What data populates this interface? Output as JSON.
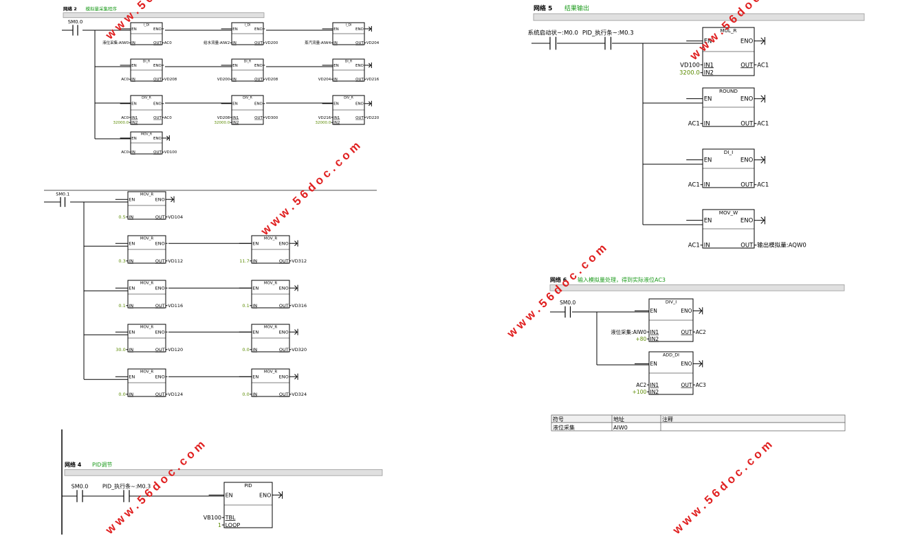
{
  "networks": {
    "n2": {
      "label": "网络 2",
      "comment": "模拟量采集程序",
      "contact": "SM0.0"
    },
    "n3": {
      "contact": "SM0.1"
    },
    "n4": {
      "label": "网络 4",
      "comment": "PID调节",
      "contact1": "SM0.0",
      "contact2": "PID_执行条~:M0.3"
    },
    "n5": {
      "label": "网络 5",
      "comment": "结果输出",
      "contact1": "系统启动状~:M0.0",
      "contact2": "PID_执行条~:M0.3"
    },
    "n6": {
      "label": "网络 6",
      "comment": "输入模拟量处理，得到实际液位AC3",
      "contact": "SM0.0"
    }
  },
  "blocks": [
    {
      "id": "n2r1a",
      "title": "I_DI",
      "ins": [
        {
          "pin": "IN",
          "val": "液位采集:AIW0"
        }
      ],
      "outs": [
        {
          "pin": "OUT",
          "val": "AC0"
        }
      ]
    },
    {
      "id": "n2r1b",
      "title": "I_DI",
      "ins": [
        {
          "pin": "IN",
          "val": "给水流量:AIW2"
        }
      ],
      "outs": [
        {
          "pin": "OUT",
          "val": "VD200"
        }
      ]
    },
    {
      "id": "n2r1c",
      "title": "I_DI",
      "ins": [
        {
          "pin": "IN",
          "val": "蒸汽流量:AIW4"
        }
      ],
      "outs": [
        {
          "pin": "OUT",
          "val": "VD204"
        }
      ]
    },
    {
      "id": "n2r2a",
      "title": "DI_R",
      "ins": [
        {
          "pin": "IN",
          "val": "AC0"
        }
      ],
      "outs": [
        {
          "pin": "OUT",
          "val": "VD208"
        }
      ]
    },
    {
      "id": "n2r2b",
      "title": "DI_R",
      "ins": [
        {
          "pin": "IN",
          "val": "VD200"
        }
      ],
      "outs": [
        {
          "pin": "OUT",
          "val": "VD208"
        }
      ]
    },
    {
      "id": "n2r2c",
      "title": "DI_R",
      "ins": [
        {
          "pin": "IN",
          "val": "VD204"
        }
      ],
      "outs": [
        {
          "pin": "OUT",
          "val": "VD216"
        }
      ]
    },
    {
      "id": "n2r3a",
      "title": "DIV_R",
      "ins": [
        {
          "pin": "IN1",
          "val": "AC0"
        },
        {
          "pin": "IN2",
          "val": "32000.0"
        }
      ],
      "outs": [
        {
          "pin": "OUT",
          "val": "AC0"
        }
      ]
    },
    {
      "id": "n2r3b",
      "title": "DIV_R",
      "ins": [
        {
          "pin": "IN1",
          "val": "VD208"
        },
        {
          "pin": "IN2",
          "val": "32000.0"
        }
      ],
      "outs": [
        {
          "pin": "OUT",
          "val": "VD300"
        }
      ]
    },
    {
      "id": "n2r3c",
      "title": "DIV_R",
      "ins": [
        {
          "pin": "IN1",
          "val": "VD216"
        },
        {
          "pin": "IN2",
          "val": "32000.0"
        }
      ],
      "outs": [
        {
          "pin": "OUT",
          "val": "VD220"
        }
      ]
    },
    {
      "id": "n2r4a",
      "title": "MOV_R",
      "ins": [
        {
          "pin": "IN",
          "val": "AC0"
        }
      ],
      "outs": [
        {
          "pin": "OUT",
          "val": "VD100"
        }
      ]
    },
    {
      "id": "n3r1a",
      "title": "MOV_R",
      "ins": [
        {
          "pin": "IN",
          "val": "0.5"
        }
      ],
      "outs": [
        {
          "pin": "OUT",
          "val": "VD104"
        }
      ]
    },
    {
      "id": "n3r2a",
      "title": "MOV_R",
      "ins": [
        {
          "pin": "IN",
          "val": "0.3"
        }
      ],
      "outs": [
        {
          "pin": "OUT",
          "val": "VD112"
        }
      ]
    },
    {
      "id": "n3r2b",
      "title": "MOV_R",
      "ins": [
        {
          "pin": "IN",
          "val": "11.7"
        }
      ],
      "outs": [
        {
          "pin": "OUT",
          "val": "VD312"
        }
      ]
    },
    {
      "id": "n3r3a",
      "title": "MOV_R",
      "ins": [
        {
          "pin": "IN",
          "val": "0.1"
        }
      ],
      "outs": [
        {
          "pin": "OUT",
          "val": "VD116"
        }
      ]
    },
    {
      "id": "n3r3b",
      "title": "MOV_R",
      "ins": [
        {
          "pin": "IN",
          "val": "0.1"
        }
      ],
      "outs": [
        {
          "pin": "OUT",
          "val": "VD316"
        }
      ]
    },
    {
      "id": "n3r4a",
      "title": "MOV_R",
      "ins": [
        {
          "pin": "IN",
          "val": "30.0"
        }
      ],
      "outs": [
        {
          "pin": "OUT",
          "val": "VD120"
        }
      ]
    },
    {
      "id": "n3r4b",
      "title": "MOV_R",
      "ins": [
        {
          "pin": "IN",
          "val": "0.0"
        }
      ],
      "outs": [
        {
          "pin": "OUT",
          "val": "VD320"
        }
      ]
    },
    {
      "id": "n3r5a",
      "title": "MOV_R",
      "ins": [
        {
          "pin": "IN",
          "val": "0.0"
        }
      ],
      "outs": [
        {
          "pin": "OUT",
          "val": "VD124"
        }
      ]
    },
    {
      "id": "n3r5b",
      "title": "MOV_R",
      "ins": [
        {
          "pin": "IN",
          "val": "0.0"
        }
      ],
      "outs": [
        {
          "pin": "OUT",
          "val": "VD324"
        }
      ]
    },
    {
      "id": "n4pid",
      "title": "PID",
      "ins": [
        {
          "pin": "TBL",
          "val": "VB100"
        },
        {
          "pin": "LOOP",
          "val": "1"
        }
      ],
      "outs": []
    },
    {
      "id": "n5mul",
      "title": "MUL_R",
      "ins": [
        {
          "pin": "IN1",
          "val": "VD100"
        },
        {
          "pin": "IN2",
          "val": "3200.0"
        }
      ],
      "outs": [
        {
          "pin": "OUT",
          "val": "AC1"
        }
      ]
    },
    {
      "id": "n5round",
      "title": "ROUND",
      "ins": [
        {
          "pin": "IN",
          "val": "AC1"
        }
      ],
      "outs": [
        {
          "pin": "OUT",
          "val": "AC1"
        }
      ]
    },
    {
      "id": "n5dii",
      "title": "DI_I",
      "ins": [
        {
          "pin": "IN",
          "val": "AC1"
        }
      ],
      "outs": [
        {
          "pin": "OUT",
          "val": "AC1"
        }
      ]
    },
    {
      "id": "n5movw",
      "title": "MOV_W",
      "ins": [
        {
          "pin": "IN",
          "val": "AC1"
        }
      ],
      "outs": [
        {
          "pin": "OUT",
          "val": "输出模拟量:AQW0"
        }
      ]
    },
    {
      "id": "n6divi",
      "title": "DIV_I",
      "ins": [
        {
          "pin": "IN1",
          "val": "液位采集:AIW0"
        },
        {
          "pin": "IN2",
          "val": "+80"
        }
      ],
      "outs": [
        {
          "pin": "OUT",
          "val": "AC2"
        }
      ]
    },
    {
      "id": "n6adddi",
      "title": "ADD_DI",
      "ins": [
        {
          "pin": "IN1",
          "val": "AC2"
        },
        {
          "pin": "IN2",
          "val": "+100"
        }
      ],
      "outs": [
        {
          "pin": "OUT",
          "val": "AC3"
        }
      ]
    }
  ],
  "pins": {
    "en": "EN",
    "eno": "ENO"
  },
  "symbol_table": {
    "headers": [
      "符号",
      "地址",
      "注释"
    ],
    "rows": [
      [
        "液位采集",
        "AIW0",
        ""
      ]
    ]
  },
  "watermark": "w w w . 5 6 d o c . c o m",
  "colors": {
    "constant": "#5a8a00",
    "comment": "#1a9a1a",
    "watermark": "#e02020",
    "title_bar": "#e0e0e0"
  }
}
